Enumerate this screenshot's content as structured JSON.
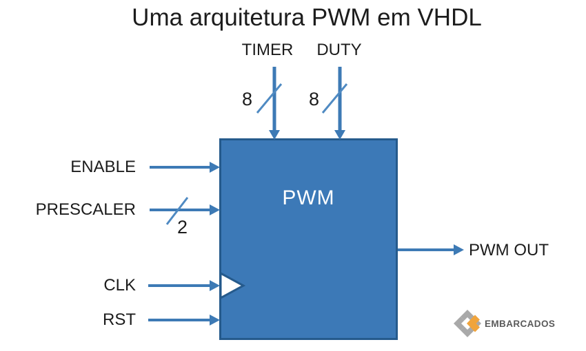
{
  "title": "Uma arquitetura PWM em VHDL",
  "block": {
    "label": "PWM"
  },
  "signals": {
    "top": [
      {
        "label": "TIMER",
        "bus_width": "8"
      },
      {
        "label": "DUTY",
        "bus_width": "8"
      }
    ],
    "left": [
      {
        "label": "ENABLE"
      },
      {
        "label": "PRESCALER",
        "bus_width": "2"
      },
      {
        "label": "CLK",
        "edge_triggered": true
      },
      {
        "label": "RST"
      }
    ],
    "right": [
      {
        "label": "PWM OUT"
      }
    ]
  },
  "logo": {
    "text": "EMBARCADOS"
  },
  "colors": {
    "wire_blue": "#3d7ab5",
    "slash_blue": "#4f8ac2",
    "block_fill": "#3c79b7",
    "block_border": "#255a8c",
    "text": "#1c1c1c",
    "logo_orange": "#f0a43c",
    "logo_gray": "#a9a9a9",
    "logo_text_gray": "#5a5a5a"
  }
}
